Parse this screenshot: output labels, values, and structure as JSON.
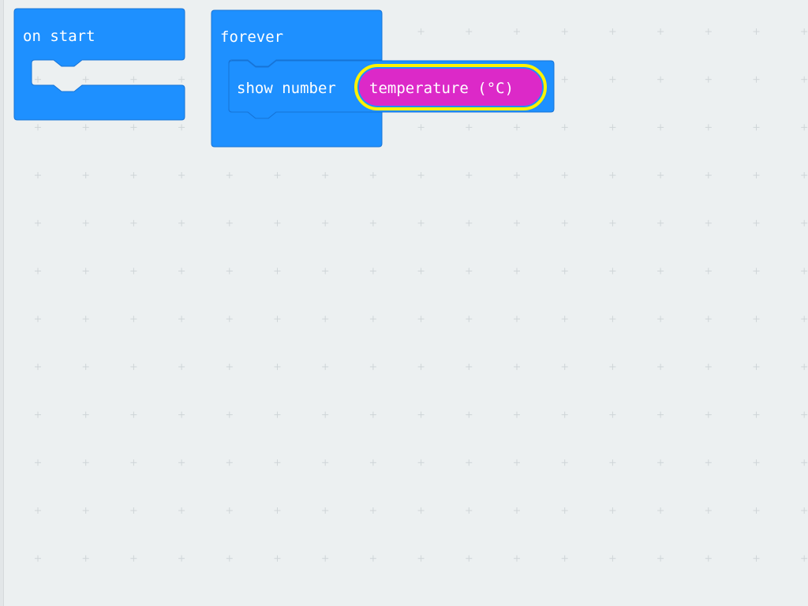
{
  "workspace": {
    "background_color": "#ecf0f1",
    "grid_mark_color": "#cfd5d8"
  },
  "blocks": {
    "on_start": {
      "label": "on start",
      "color": "#1e90ff"
    },
    "forever": {
      "label": "forever",
      "color": "#1e90ff"
    },
    "show_number": {
      "label": "show number",
      "color": "#1e90ff"
    },
    "temperature": {
      "label": "temperature (°C)",
      "color": "#dc29c8",
      "highlight_color": "#fff200"
    }
  }
}
